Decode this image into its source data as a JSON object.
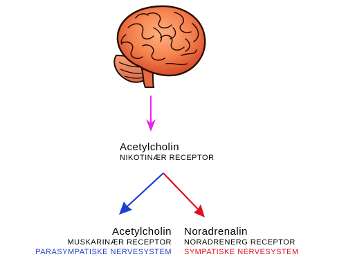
{
  "diagram": {
    "top": {
      "neurotransmitter": "Acetylcholin",
      "receptor": "NIKOTINÆR RECEPTOR"
    },
    "left": {
      "neurotransmitter": "Acetylcholin",
      "receptor": "MUSKARINÆR RECEPTOR",
      "system": "PARASYMPATISKE NERVESYSTEM"
    },
    "right": {
      "neurotransmitter": "Noradrenalin",
      "receptor": "NORADRENERG RECEPTOR",
      "system": "SYMPATISKE NERVESYSTEM"
    }
  },
  "colors": {
    "brain_arrow": "#ee22ee",
    "parasympathetic": "#1c3fd0",
    "sympathetic": "#e01020",
    "brain_fill": "#f08050",
    "brain_outline": "#2a0a00"
  }
}
